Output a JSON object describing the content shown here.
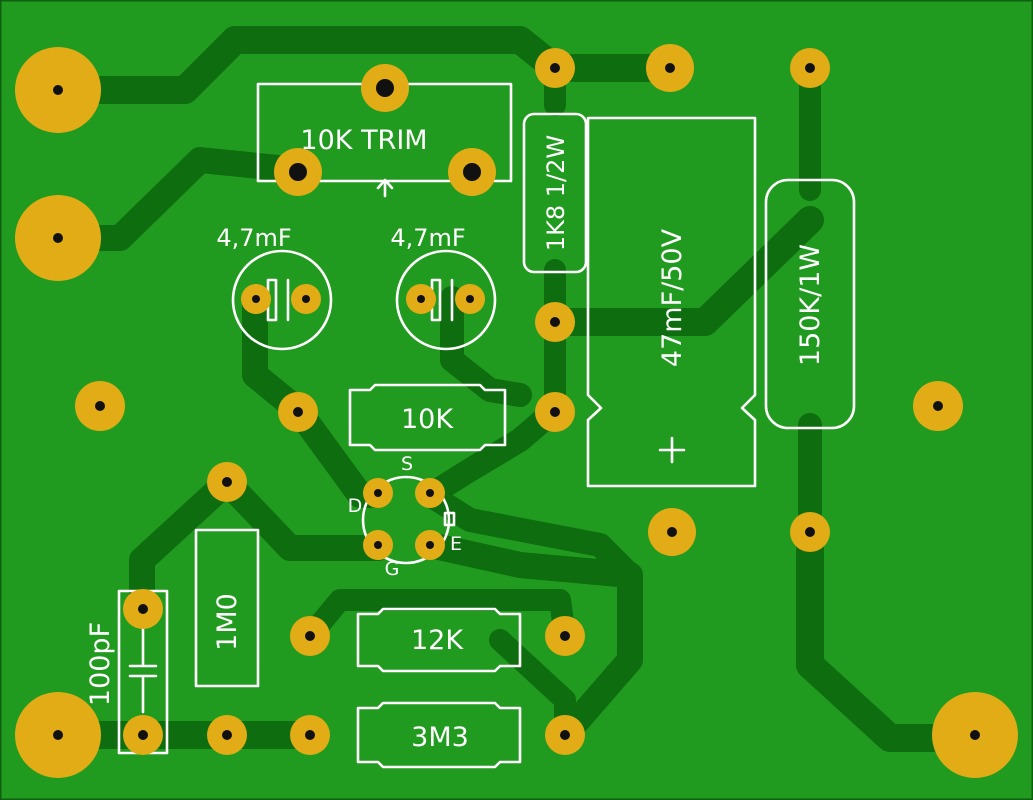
{
  "colors": {
    "board": "#219b1f",
    "edge": "#0f5f10",
    "trace": "#0d6d0f",
    "pad": "#e2ac17",
    "hole": "#111111",
    "silkscreen": "#ffffff"
  },
  "components": {
    "trimmer": {
      "label": "10K TRIM"
    },
    "cap_left": {
      "label": "4,7mF"
    },
    "cap_right": {
      "label": "4,7mF"
    },
    "r_1k8": {
      "label": "1K8 1/2W"
    },
    "cap_47": {
      "label": "47mF/50V",
      "polarity": "+"
    },
    "r_150k": {
      "label": "150K/1W"
    },
    "r_10k": {
      "label": "10K"
    },
    "transistor": {
      "pin_s": "S",
      "pin_d": "D",
      "pin_e": "E",
      "pin_g": "G"
    },
    "r_1m0": {
      "label": "1M0"
    },
    "cap_100p": {
      "label": "100pF"
    },
    "r_12k": {
      "label": "12K"
    },
    "r_3m3": {
      "label": "3M3"
    }
  }
}
